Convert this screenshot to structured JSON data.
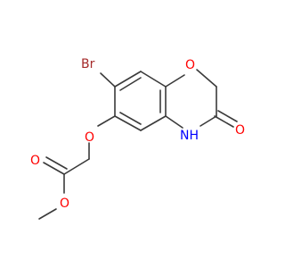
{
  "molecule": {
    "atoms": {
      "br": "Br",
      "o_ring": "O",
      "o_ether": "O",
      "o_carbonyl": "O",
      "o_ester_carbonyl": "O",
      "o_ester": "O",
      "nh": "NH"
    },
    "colors": {
      "bond": "#3a3a3a",
      "bromine": "#a52a2a",
      "oxygen": "#ff0000",
      "nitrogen": "#0000ff"
    }
  }
}
